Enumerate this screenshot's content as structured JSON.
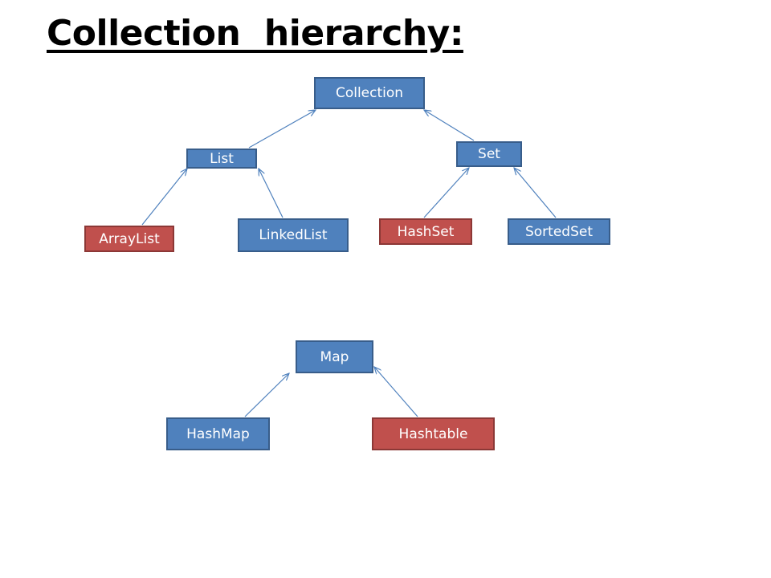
{
  "title": "Collection  hierarchy:",
  "colors": {
    "interface_fill": "#4f81bd",
    "legacy_fill": "#c0504d",
    "edge_stroke": "#4f81bd"
  },
  "nodes": {
    "collection": "Collection",
    "list": "List",
    "set": "Set",
    "arraylist": "ArrayList",
    "linkedlist": "LinkedList",
    "hashset": "HashSet",
    "sortedset": "SortedSet",
    "map": "Map",
    "hashmap": "HashMap",
    "hashtable": "Hashtable"
  },
  "edges": [
    {
      "from": "list",
      "to": "collection"
    },
    {
      "from": "set",
      "to": "collection"
    },
    {
      "from": "arraylist",
      "to": "list"
    },
    {
      "from": "linkedlist",
      "to": "list"
    },
    {
      "from": "hashset",
      "to": "set"
    },
    {
      "from": "sortedset",
      "to": "set"
    },
    {
      "from": "hashmap",
      "to": "map"
    },
    {
      "from": "hashtable",
      "to": "map"
    }
  ]
}
